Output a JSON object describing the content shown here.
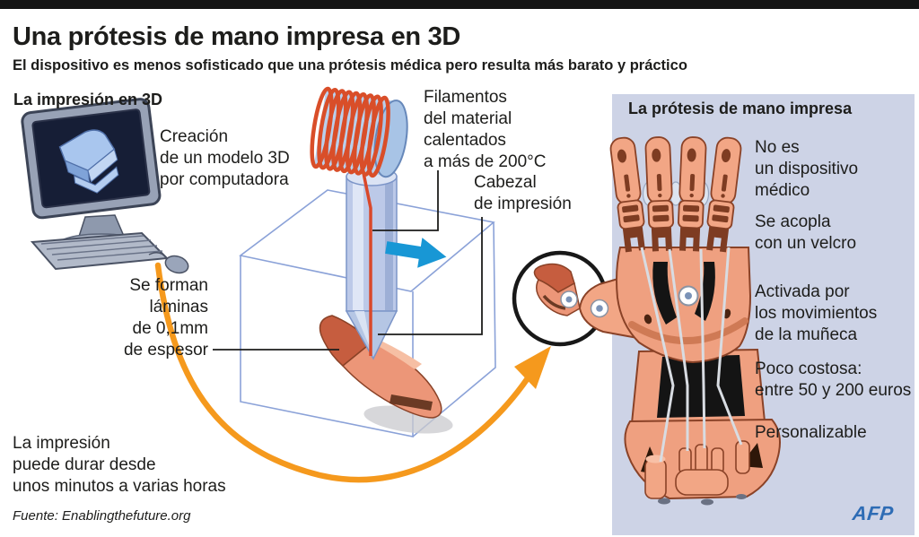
{
  "header": {
    "title": "Una prótesis de mano impresa en 3D",
    "subtitle": "El dispositivo es menos sofisticado que una prótesis médica pero resulta más barato y práctico"
  },
  "printing_section": {
    "heading": "La impresión en 3D",
    "computer_caption": "Creación\nde un modelo 3D\npor computadora",
    "filament_caption": "Filamentos\ndel material\ncalentados\na más de 200°C",
    "printhead_caption": "Cabezal\nde impresión",
    "layers_caption": "Se forman\nláminas\nde 0,1mm\nde espesor",
    "duration_caption": "La impresión\npuede durar desde\nunos minutos a varias horas"
  },
  "prosthesis_panel": {
    "heading": "La prótesis de mano impresa",
    "features": [
      {
        "text": "No es\nun dispositivo\nmédico"
      },
      {
        "text": "Se acopla\ncon un velcro"
      },
      {
        "text": "Activada por\nlos movimientos\nde la muñeca"
      },
      {
        "text": "Poco costosa:\nentre 50 y 200 euros"
      },
      {
        "text": "Personalizable"
      }
    ]
  },
  "footer": {
    "source": "Fuente: Enablingthefuture.org",
    "agency_logo": "AFP"
  },
  "colors": {
    "panel_background": "#cdd3e6",
    "accent_orange": "#f5991d",
    "motion_arrow_blue": "#1897d5",
    "filament_red": "#d9482a",
    "prosthesis_salmon": "#f2a685",
    "printed_part_dark": "#c65d3f",
    "box_wireframe_blue": "#8ba2d8",
    "afp_logo_blue": "#2e6cb5",
    "text_dark": "#1d1d1b"
  }
}
